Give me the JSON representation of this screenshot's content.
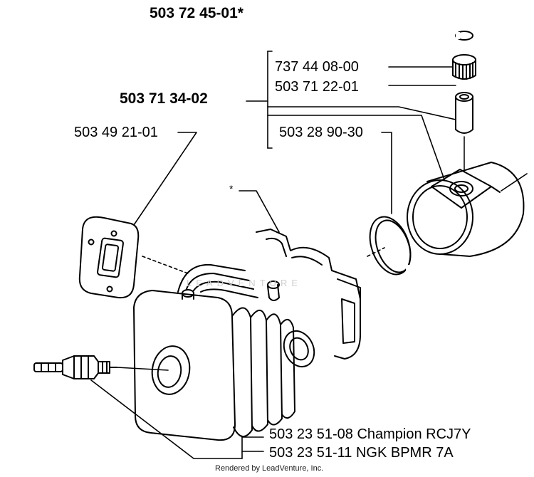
{
  "parts": {
    "assembly_top": "503 72 45-01*",
    "needle_bearing": "737 44 08-00",
    "piston_pin": "503 71 22-01",
    "piston_kit": "503 71 34-02",
    "gasket": "503 49 21-01",
    "piston_ring": "503 28 90-30",
    "cylinder_marker": "*",
    "spark_plug_champion": "503 23 51-08 Champion RCJ7Y",
    "spark_plug_ngk": "503 23 51-11 NGK BPMR 7A"
  },
  "watermark": "LEADVENTURE",
  "footer": "Rendered by LeadVenture, Inc."
}
